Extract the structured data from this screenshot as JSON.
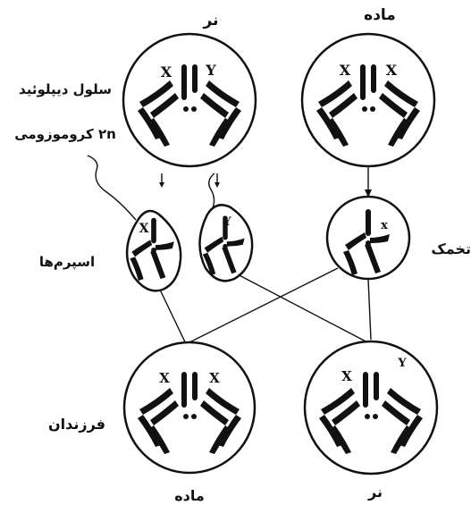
{
  "labels": {
    "top_male": "نر",
    "top_female": "ماده",
    "diploid_line1": "سلول دیپلوئید",
    "diploid_line2": "۲n کروموزومی",
    "egg": "تخمک",
    "sperms": "اسپرم‌ها",
    "offspring": "فرزندان",
    "bottom_female": "ماده",
    "bottom_male": "نر"
  },
  "chromosomes": {
    "parent_male": [
      "X",
      "Y"
    ],
    "parent_female": [
      "X",
      "X"
    ],
    "sperm_1": "X",
    "sperm_2": "Y",
    "egg": "x",
    "child_female": [
      "X",
      "X"
    ],
    "child_male": [
      "X",
      "Y"
    ]
  }
}
